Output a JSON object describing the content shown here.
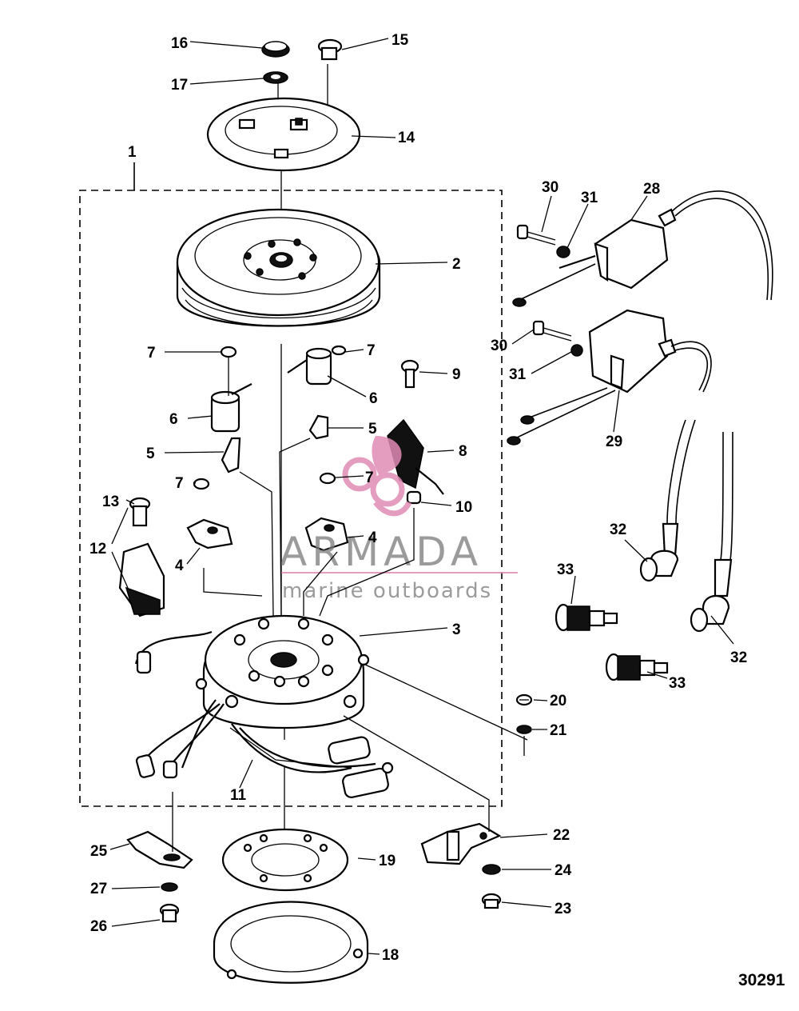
{
  "figure_number": "30291",
  "watermark": {
    "brand": "ARMADA",
    "tagline": "marine outboards",
    "color": "#e08bb5"
  },
  "callouts": [
    "1",
    "2",
    "3",
    "4",
    "5",
    "6",
    "7",
    "8",
    "9",
    "10",
    "11",
    "12",
    "13",
    "14",
    "15",
    "16",
    "17",
    "18",
    "19",
    "20",
    "21",
    "22",
    "23",
    "24",
    "25",
    "26",
    "27",
    "28",
    "29",
    "30",
    "31",
    "32",
    "33"
  ]
}
